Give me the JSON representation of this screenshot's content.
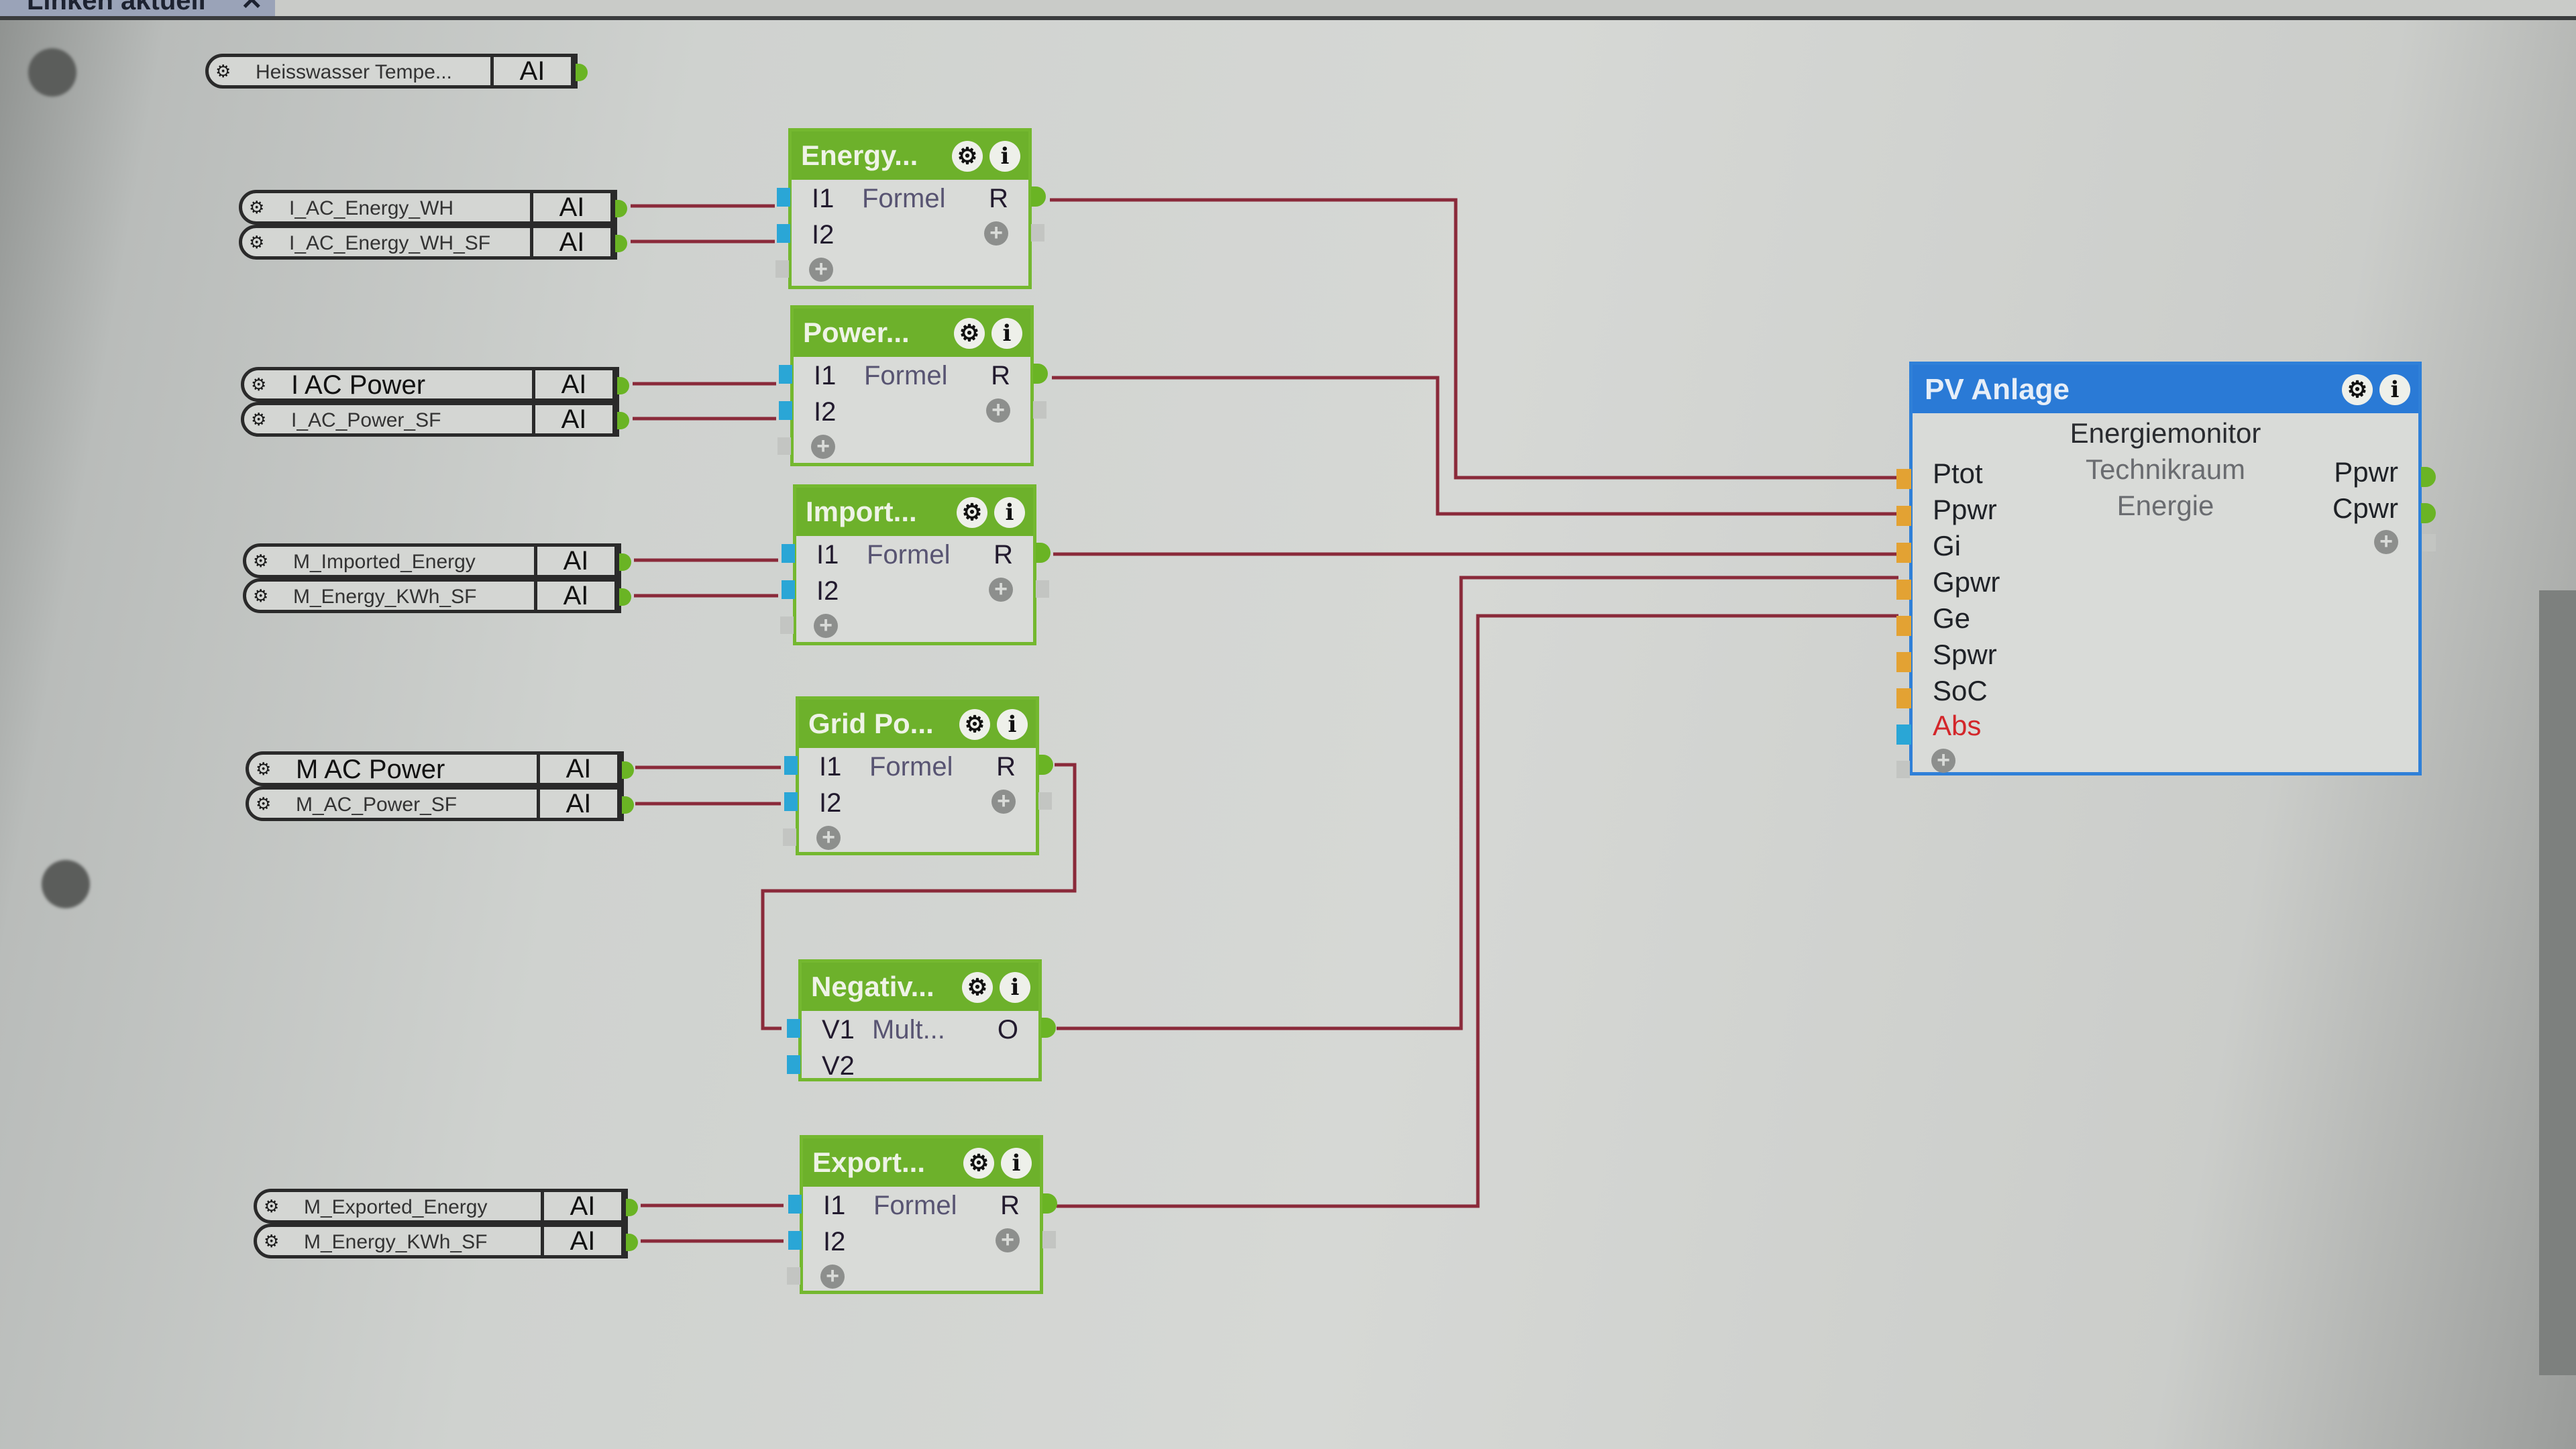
{
  "tab": {
    "label": "Linken aktuell",
    "close": "✕"
  },
  "colors": {
    "wire": "#8a2a3a",
    "block_header": "#6db12b",
    "pv_header": "#2a7ad6",
    "input_port": "#2aa6d6",
    "pv_input_port": "#e3a233",
    "output_port": "#6ab424",
    "warning_text": "#d3262a"
  },
  "icons": {
    "gear": "gear-icon",
    "info": "info-icon",
    "add": "plus-icon"
  },
  "glyphs": {
    "gear": "⚙",
    "info": "i",
    "plus": "+"
  },
  "inputs": [
    {
      "name": "Heisswasser  Tempe...",
      "type": "AI"
    },
    {
      "name": "I_AC_Energy_WH",
      "type": "AI"
    },
    {
      "name": "I_AC_Energy_WH_SF",
      "type": "AI"
    },
    {
      "name": "I AC Power",
      "type": "AI"
    },
    {
      "name": "I_AC_Power_SF",
      "type": "AI"
    },
    {
      "name": "M_Imported_Energy",
      "type": "AI"
    },
    {
      "name": "M_Energy_KWh_SF",
      "type": "AI"
    },
    {
      "name": "M AC Power",
      "type": "AI"
    },
    {
      "name": "M_AC_Power_SF",
      "type": "AI"
    },
    {
      "name": "M_Exported_Energy",
      "type": "AI"
    },
    {
      "name": "M_Energy_KWh_SF",
      "type": "AI"
    }
  ],
  "blocks": [
    {
      "title": "Energy...",
      "in1": "I1",
      "in2": "I2",
      "func": "Formel",
      "out": "R"
    },
    {
      "title": "Power...",
      "in1": "I1",
      "in2": "I2",
      "func": "Formel",
      "out": "R"
    },
    {
      "title": "Import...",
      "in1": "I1",
      "in2": "I2",
      "func": "Formel",
      "out": "R"
    },
    {
      "title": "Grid Po...",
      "in1": "I1",
      "in2": "I2",
      "func": "Formel",
      "out": "R"
    },
    {
      "title": "Negativ...",
      "in1": "V1",
      "in2": "V2",
      "func": "Mult...",
      "out": "O"
    },
    {
      "title": "Export...",
      "in1": "I1",
      "in2": "I2",
      "func": "Formel",
      "out": "R"
    }
  ],
  "pv": {
    "title": "PV Anlage",
    "type": "Energiemonitor",
    "room": "Technikraum",
    "category": "Energie",
    "inputs": [
      "Ptot",
      "Ppwr",
      "Gi",
      "Gpwr",
      "Ge",
      "Spwr",
      "SoC",
      "Abs"
    ],
    "outputs": [
      "Ppwr",
      "Cpwr"
    ]
  }
}
